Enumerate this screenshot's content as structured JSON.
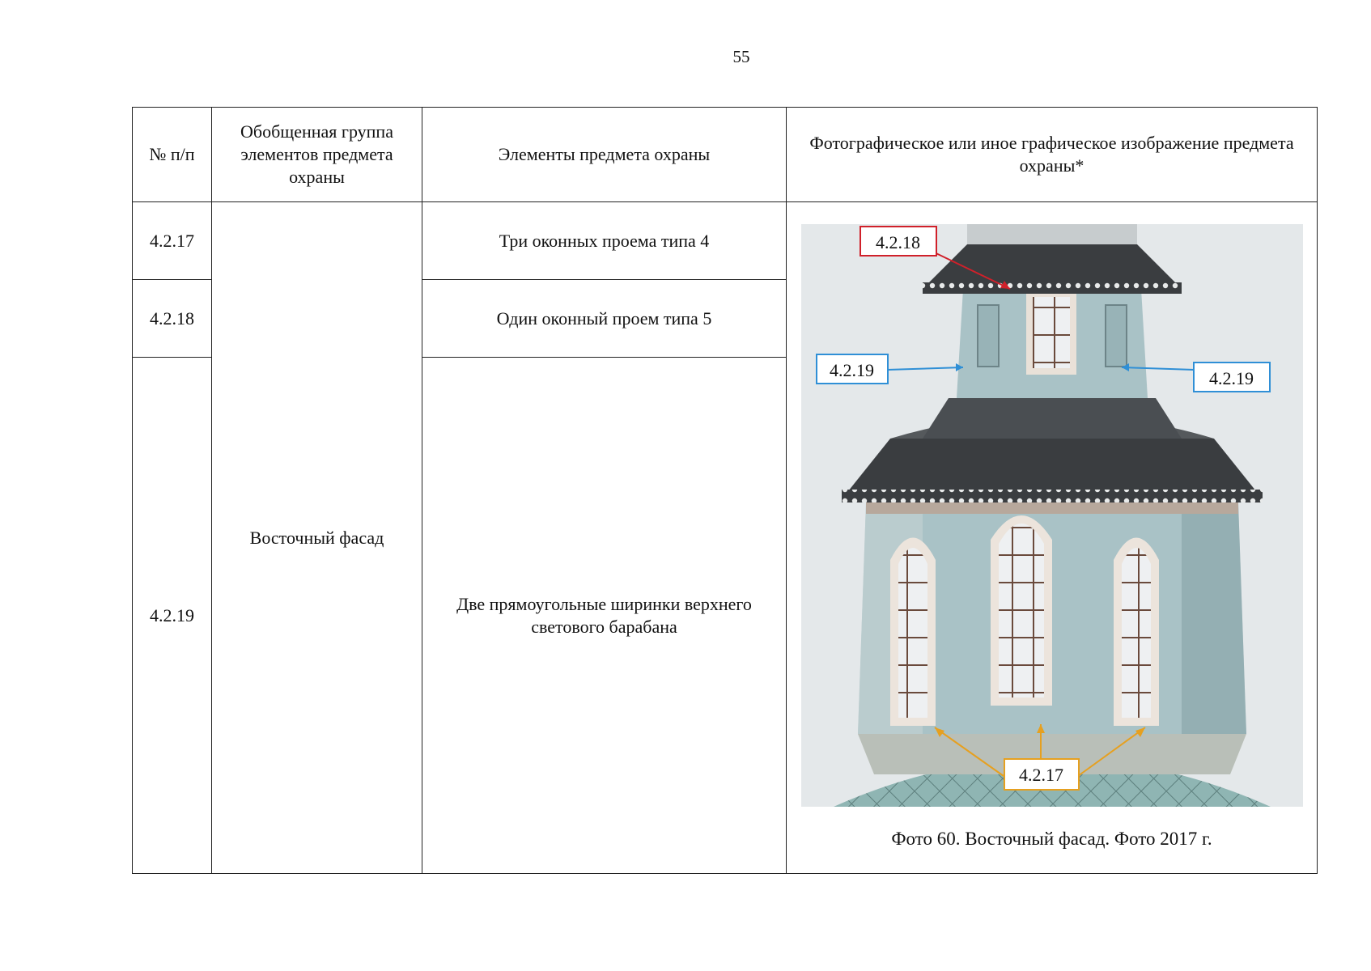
{
  "page_number": "55",
  "table": {
    "headers": {
      "num": "№ п/п",
      "group": "Обобщенная группа элементов предмета охраны",
      "elements": "Элементы предмета охраны",
      "photo": "Фотографическое или иное графическое изображение предмета охраны*"
    },
    "group_value": "Восточный фасад",
    "rows": [
      {
        "num": "4.2.17",
        "element": "Три оконных проема типа 4"
      },
      {
        "num": "4.2.18",
        "element": "Один оконный проем типа 5"
      },
      {
        "num": "4.2.19",
        "element": "Две прямоугольные ширинки верхнего светового барабана"
      }
    ]
  },
  "photo": {
    "caption": "Фото 60. Восточный фасад. Фото 2017 г.",
    "labels": {
      "top": "4.2.18",
      "left": "4.2.19",
      "right": "4.2.19",
      "bottom": "4.2.17"
    },
    "colors": {
      "label_red": "#d0202a",
      "label_blue": "#2f8fd6",
      "label_orange": "#e6a020",
      "sky": "#e4e8ea",
      "drum": "#a9c2c6",
      "roof": "#3a3d40"
    }
  }
}
